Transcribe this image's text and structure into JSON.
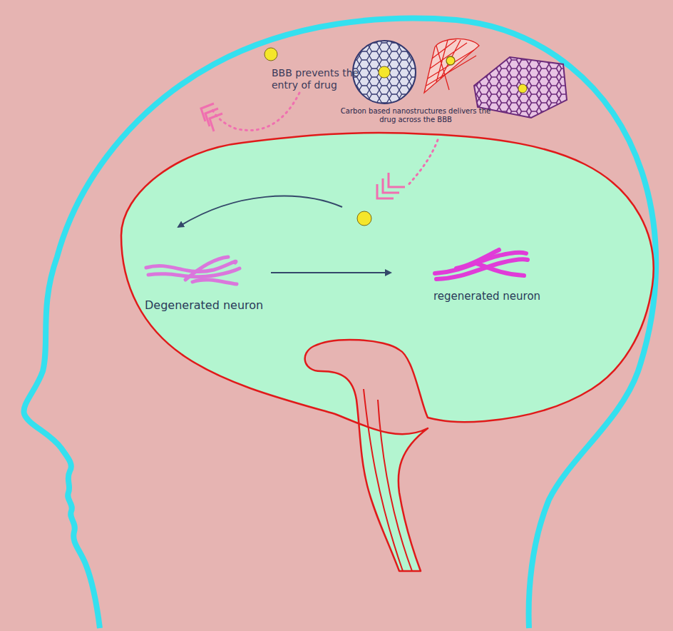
{
  "diagram": {
    "labels": [
      "BBB prevents the entry of drug",
      "Carbon based nanostructures delivers the drug across the BBB",
      "Degenerated neuron",
      "regenerated neuron"
    ]
  }
}
